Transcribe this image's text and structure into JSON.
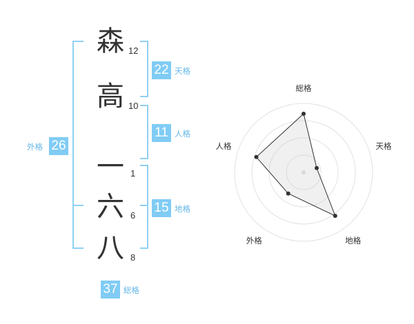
{
  "characters": [
    {
      "char": "森",
      "strokes": "12"
    },
    {
      "char": "高",
      "strokes": "10"
    },
    {
      "char": "一",
      "strokes": "1"
    },
    {
      "char": "六",
      "strokes": "6"
    },
    {
      "char": "八",
      "strokes": "8"
    }
  ],
  "fortunes": {
    "tenkaku": {
      "value": "22",
      "label": "天格"
    },
    "jinkaku": {
      "value": "11",
      "label": "人格"
    },
    "chikaku": {
      "value": "15",
      "label": "地格"
    },
    "gaikaku": {
      "value": "26",
      "label": "外格"
    },
    "soukaku": {
      "value": "37",
      "label": "総格"
    }
  },
  "colors": {
    "accent": "#80ccf5",
    "bracket": "#8fd0f2",
    "label": "#66b8e8",
    "text": "#333333"
  },
  "chart_data": {
    "type": "radar",
    "axes": [
      "総格",
      "天格",
      "地格",
      "外格",
      "人格"
    ],
    "values": [
      0.85,
      0.2,
      0.78,
      0.38,
      0.72
    ],
    "range": [
      0,
      1
    ],
    "rings": 4,
    "grid": true,
    "center_marker": true
  }
}
